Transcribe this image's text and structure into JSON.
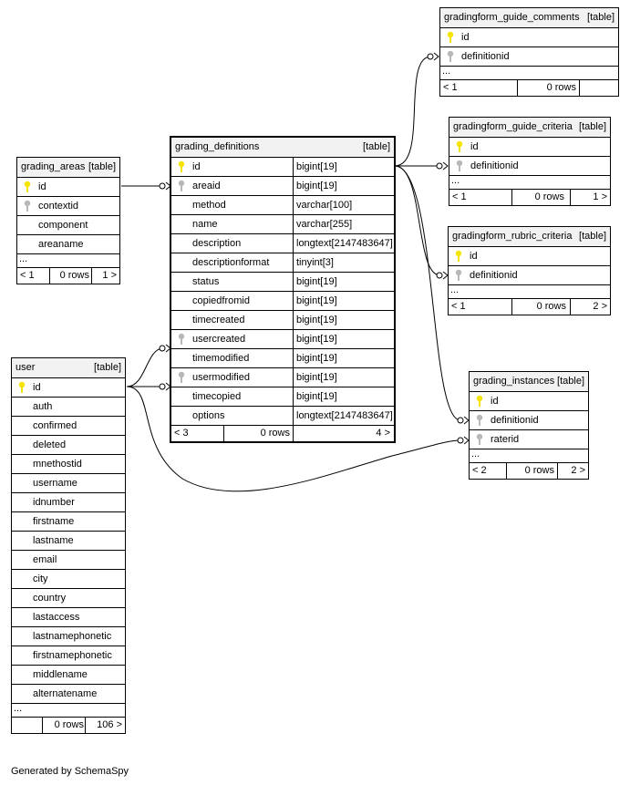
{
  "tables": {
    "grading_definitions": {
      "name": "grading_definitions",
      "tag": "[table]",
      "columns": [
        {
          "name": "id",
          "type": "bigint[19]",
          "key": "pk"
        },
        {
          "name": "areaid",
          "type": "bigint[19]",
          "key": "fk"
        },
        {
          "name": "method",
          "type": "varchar[100]",
          "key": ""
        },
        {
          "name": "name",
          "type": "varchar[255]",
          "key": ""
        },
        {
          "name": "description",
          "type": "longtext[2147483647]",
          "key": ""
        },
        {
          "name": "descriptionformat",
          "type": "tinyint[3]",
          "key": ""
        },
        {
          "name": "status",
          "type": "bigint[19]",
          "key": ""
        },
        {
          "name": "copiedfromid",
          "type": "bigint[19]",
          "key": ""
        },
        {
          "name": "timecreated",
          "type": "bigint[19]",
          "key": ""
        },
        {
          "name": "usercreated",
          "type": "bigint[19]",
          "key": "fk"
        },
        {
          "name": "timemodified",
          "type": "bigint[19]",
          "key": ""
        },
        {
          "name": "usermodified",
          "type": "bigint[19]",
          "key": "fk"
        },
        {
          "name": "timecopied",
          "type": "bigint[19]",
          "key": ""
        },
        {
          "name": "options",
          "type": "longtext[2147483647]",
          "key": ""
        }
      ],
      "footer": {
        "left": "< 3",
        "rows": "0 rows",
        "right": "4 >"
      }
    },
    "grading_areas": {
      "name": "grading_areas",
      "tag": "[table]",
      "columns": [
        {
          "name": "id",
          "key": "pk"
        },
        {
          "name": "contextid",
          "key": "fk"
        },
        {
          "name": "component",
          "key": ""
        },
        {
          "name": "areaname",
          "key": ""
        }
      ],
      "ellipsis": "...",
      "footer": {
        "left": "< 1",
        "rows": "0 rows",
        "right": "1 >"
      }
    },
    "user": {
      "name": "user",
      "tag": "[table]",
      "columns": [
        {
          "name": "id",
          "key": "pk"
        },
        {
          "name": "auth",
          "key": ""
        },
        {
          "name": "confirmed",
          "key": ""
        },
        {
          "name": "deleted",
          "key": ""
        },
        {
          "name": "mnethostid",
          "key": ""
        },
        {
          "name": "username",
          "key": ""
        },
        {
          "name": "idnumber",
          "key": ""
        },
        {
          "name": "firstname",
          "key": ""
        },
        {
          "name": "lastname",
          "key": ""
        },
        {
          "name": "email",
          "key": ""
        },
        {
          "name": "city",
          "key": ""
        },
        {
          "name": "country",
          "key": ""
        },
        {
          "name": "lastaccess",
          "key": ""
        },
        {
          "name": "lastnamephonetic",
          "key": ""
        },
        {
          "name": "firstnamephonetic",
          "key": ""
        },
        {
          "name": "middlename",
          "key": ""
        },
        {
          "name": "alternatename",
          "key": ""
        }
      ],
      "ellipsis": "...",
      "footer": {
        "left": "",
        "rows": "0 rows",
        "right": "106 >"
      }
    },
    "gradingform_guide_comments": {
      "name": "gradingform_guide_comments",
      "tag": "[table]",
      "columns": [
        {
          "name": "id",
          "key": "pk"
        },
        {
          "name": "definitionid",
          "key": "fk"
        }
      ],
      "ellipsis": "...",
      "footer": {
        "left": "< 1",
        "rows": "0 rows",
        "right": ""
      }
    },
    "gradingform_guide_criteria": {
      "name": "gradingform_guide_criteria",
      "tag": "[table]",
      "columns": [
        {
          "name": "id",
          "key": "pk"
        },
        {
          "name": "definitionid",
          "key": "fk"
        }
      ],
      "ellipsis": "...",
      "footer": {
        "left": "< 1",
        "rows": "0 rows",
        "right": "1 >"
      }
    },
    "gradingform_rubric_criteria": {
      "name": "gradingform_rubric_criteria",
      "tag": "[table]",
      "columns": [
        {
          "name": "id",
          "key": "pk"
        },
        {
          "name": "definitionid",
          "key": "fk"
        }
      ],
      "ellipsis": "...",
      "footer": {
        "left": "< 1",
        "rows": "0 rows",
        "right": "2 >"
      }
    },
    "grading_instances": {
      "name": "grading_instances",
      "tag": "[table]",
      "columns": [
        {
          "name": "id",
          "key": "pk"
        },
        {
          "name": "definitionid",
          "key": "fk"
        },
        {
          "name": "raterid",
          "key": "fk"
        }
      ],
      "ellipsis": "...",
      "footer": {
        "left": "< 2",
        "rows": "0 rows",
        "right": "2 >"
      }
    }
  },
  "colors": {
    "primary_key": "#f5e400",
    "foreign_key": "#b8b8b8",
    "header_bg": "#f2f2f2"
  },
  "credit": "Generated by SchemaSpy"
}
